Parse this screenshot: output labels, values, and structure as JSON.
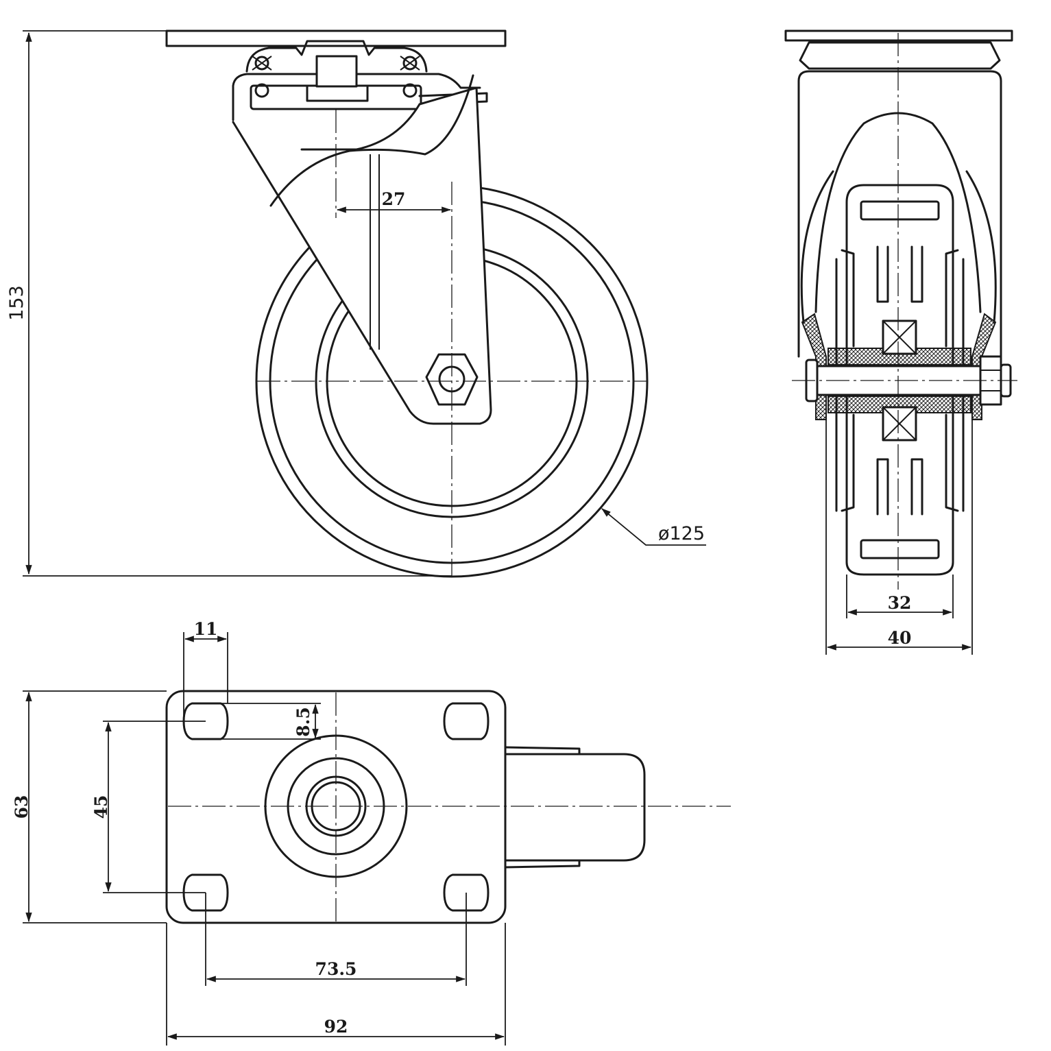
{
  "dimensions": {
    "overall_height": "153",
    "offset": "27",
    "wheel_diameter": "ø125",
    "wheel_width": "32",
    "frame_width": "40",
    "hole_size": "11",
    "slot_length": "8.5",
    "plate_width": "92",
    "plate_length": "63",
    "hole_pitch_long": "73.5",
    "hole_pitch_short": "45"
  },
  "colors": {
    "line": "#1a1a1a",
    "background": "#ffffff",
    "hatch": "#1a1a1a"
  }
}
